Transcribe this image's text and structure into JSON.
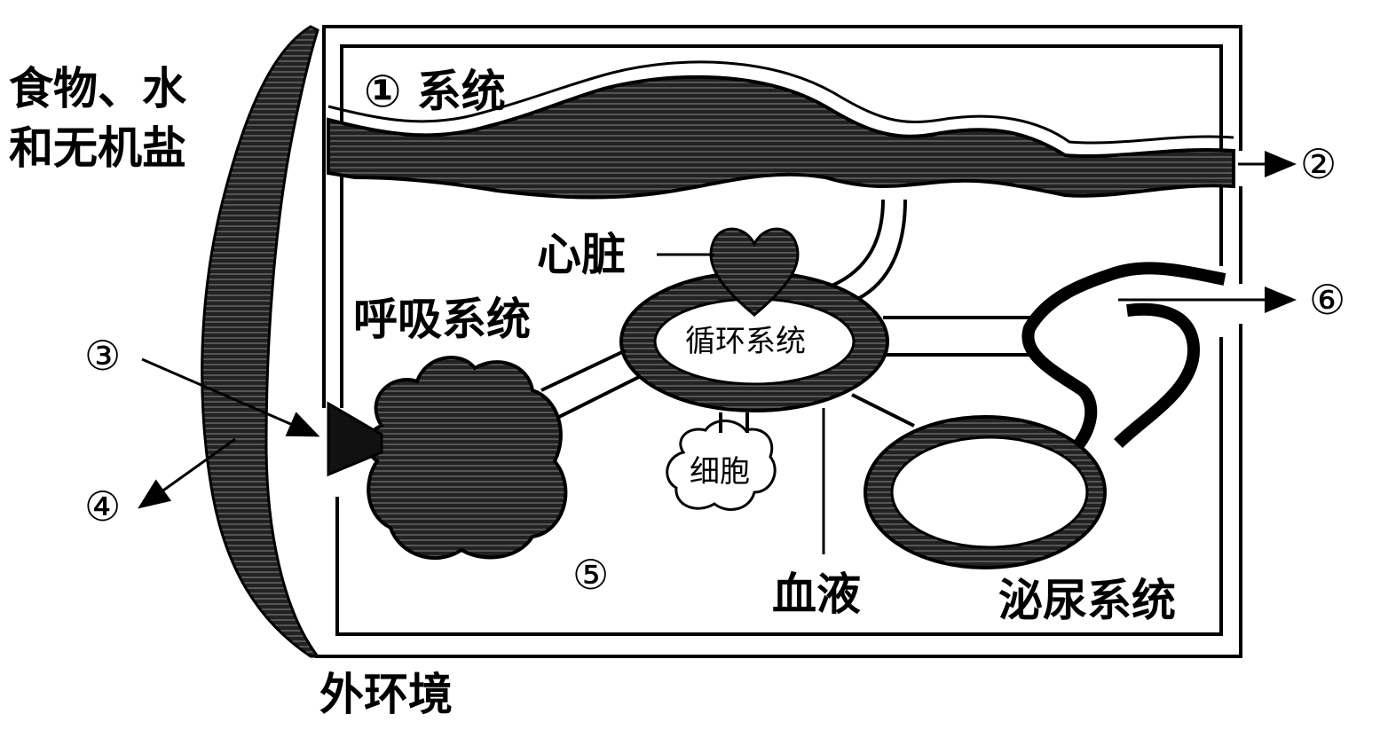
{
  "labels": {
    "system_1": "① 系统",
    "food_line1": "食物、水",
    "food_line2": "和无机盐",
    "heart": "心脏",
    "respiratory": "呼吸系统",
    "circulatory": "循环系统",
    "cells": "细胞",
    "blood": "血液",
    "urinary": "泌尿系统",
    "external": "外环境",
    "n2": "②",
    "n3": "③",
    "n4": "④",
    "n5": "⑤",
    "n6": "⑥"
  },
  "colors": {
    "ink": "#000000",
    "paper": "#ffffff",
    "shade": "#1a1a1a"
  }
}
